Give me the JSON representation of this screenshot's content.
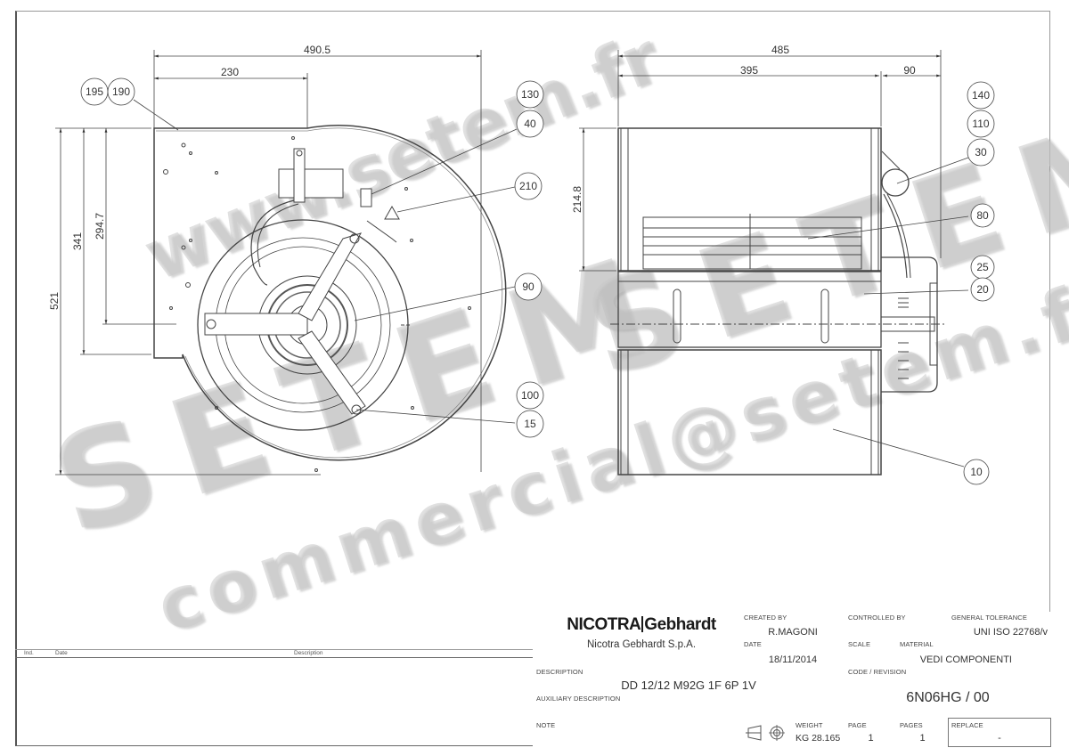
{
  "drawing": {
    "front_view": {
      "dimensions": {
        "overall_width": "490.5",
        "partial_width": "230",
        "overall_height": "521",
        "height_341": "341",
        "height_294": "294.7"
      },
      "balloons": [
        "195",
        "190",
        "130",
        "40",
        "210",
        "90",
        "100",
        "15"
      ]
    },
    "side_view": {
      "dimensions": {
        "overall_width": "485",
        "body_width": "395",
        "motor_width": "90",
        "outlet_height": "214.8"
      },
      "balloons": [
        "140",
        "110",
        "30",
        "80",
        "25",
        "20",
        "10"
      ]
    }
  },
  "watermarks": {
    "domain_1": "www.setem.fr",
    "brand": "SETEM",
    "domain_2": "setem.fr",
    "email": "commercial@setem.fr"
  },
  "revision_table": {
    "headers": [
      "Ind.",
      "Date",
      "Description"
    ],
    "rows": []
  },
  "title_block": {
    "logo_left": "NICOTRA",
    "logo_right": "Gebhardt",
    "company": "Nicotra Gebhardt S.p.A.",
    "created_by_label": "CREATED BY",
    "created_by": "R.MAGONI",
    "controlled_by_label": "CONTROLLED BY",
    "controlled_by": "",
    "general_tolerance_label": "GENERAL TOLERANCE",
    "general_tolerance": "UNI ISO 22768/v",
    "date_label": "DATE",
    "date": "18/11/2014",
    "scale_label": "SCALE",
    "scale": "",
    "material_label": "MATERIAL",
    "material": "VEDI COMPONENTI",
    "description_label": "DESCRIPTION",
    "description": "DD 12/12 M92G 1F 6P 1V",
    "aux_description_label": "AUXILIARY DESCRIPTION",
    "aux_description": "",
    "code_revision_label": "CODE / REVISION",
    "code_revision": "6N06HG / 00",
    "note_label": "NOTE",
    "note": "",
    "weight_label": "WEIGHT",
    "weight": "KG 28.165",
    "page_label": "PAGE",
    "page": "1",
    "pages_label": "PAGES",
    "pages": "1",
    "replace_label": "REPLACE",
    "replace": "-",
    "projection_icon": "first-angle-projection-icon"
  }
}
